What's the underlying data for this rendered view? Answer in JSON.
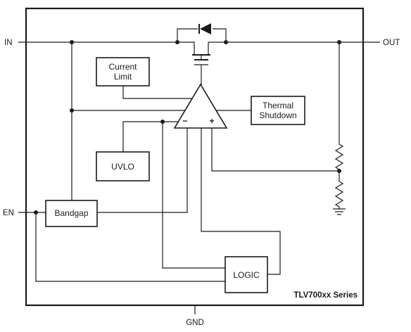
{
  "pins": {
    "in": "IN",
    "out": "OUT",
    "en": "EN",
    "gnd": "GND"
  },
  "blocks": {
    "current_limit": [
      "Current",
      "Limit"
    ],
    "thermal_shutdown": [
      "Thermal",
      "Shutdown"
    ],
    "uvlo": "UVLO",
    "bandgap": "Bandgap",
    "logic": "LOGIC"
  },
  "amplifier": {
    "minus": "−",
    "plus": "+"
  },
  "series_label": "TLV700xx Series"
}
